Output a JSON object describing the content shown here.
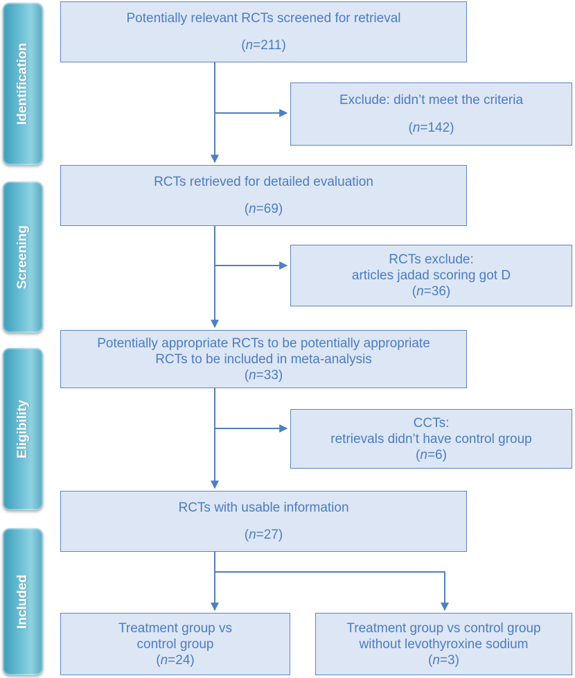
{
  "phases": {
    "identification": "Identification",
    "screening": "Screening",
    "eligibility": "Eligibility",
    "included": "Included"
  },
  "boxes": {
    "screened": {
      "line1": "Potentially relevant RCTs screened for retrieval",
      "n_label": "n",
      "n_value": "=211"
    },
    "excluded_criteria": {
      "line1": "Exclude: didn’t meet the criteria",
      "n_label": "n",
      "n_value": "=142"
    },
    "retrieved": {
      "line1": "RCTs retrieved for detailed evaluation",
      "n_label": "n",
      "n_value": "=69"
    },
    "excluded_jadad": {
      "line1": "RCTs exclude:",
      "line2": "articles jadad scoring got D",
      "n_label": "n",
      "n_value": "=36"
    },
    "appropriate": {
      "line1": "Potentially appropriate RCTs to be potentially appropriate",
      "line2": "RCTs to be included in meta-analysis",
      "n_label": "n",
      "n_value": "=33"
    },
    "ccts": {
      "line1": "CCTs:",
      "line2": "retrievals didn’t have control group",
      "n_label": "n",
      "n_value": "=6"
    },
    "usable": {
      "line1": "RCTs with usable information",
      "n_label": "n",
      "n_value": "=27"
    },
    "treatment_control": {
      "line1": "Treatment group vs",
      "line2": "control group",
      "n_label": "n",
      "n_value": "=24"
    },
    "treatment_no_levo": {
      "line1": "Treatment group vs control group",
      "line2": "without levothyroxine sodium",
      "n_label": "n",
      "n_value": "=3"
    }
  },
  "colors": {
    "box_fill": "#dde6f4",
    "box_border": "#5a83c3",
    "text": "#4a7cc4",
    "arrow": "#4f7fc0",
    "phase": "#5fb3cc"
  }
}
